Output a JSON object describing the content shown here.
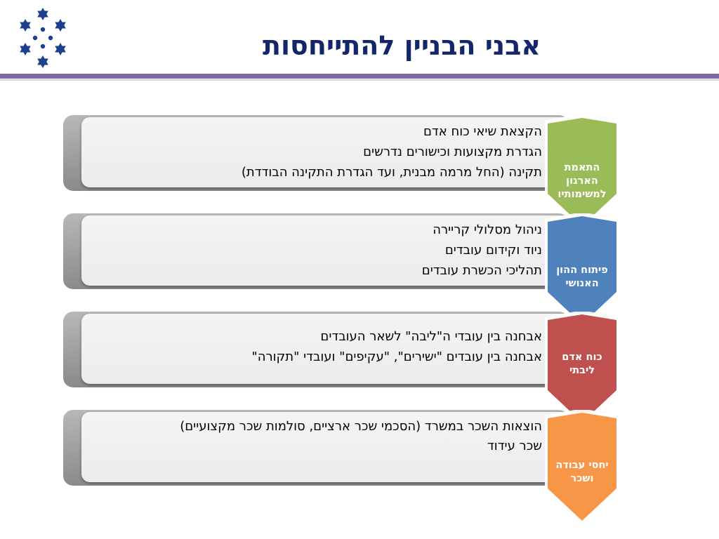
{
  "header": {
    "title": "אבני הבניין להתייחסות"
  },
  "colors": {
    "title": "#14266b",
    "rule": "#7b68a6",
    "green": "#9bbb59",
    "blue": "#4f81bd",
    "red": "#c0504d",
    "orange": "#f79646"
  },
  "rows": [
    {
      "label_lines": [
        "התאמת",
        "הארגון",
        "למשימותיו"
      ],
      "bullets": [
        "הקצאת שיאי כוח אדם",
        "הגדרת מקצועות וכישורים נדרשים",
        "תקינה (החל מרמה מבנית, ועד הגדרת התקינה הבודדת)"
      ]
    },
    {
      "label_lines": [
        "פיתוח ההון",
        "האנושי"
      ],
      "bullets": [
        "ניהול מסלולי קריירה",
        "ניוד וקידום עובדים",
        "תהליכי הכשרת עובדים"
      ]
    },
    {
      "label_lines": [
        "כוח אדם",
        "ליבתי"
      ],
      "bullets": [
        "אבחנה בין עובדי ה\"ליבה\" לשאר העובדים",
        "אבחנה בין עובדים \"ישירים\", \"עקיפים\" ועובדי \"תקורה\""
      ]
    },
    {
      "label_lines": [
        "יחסי עבודה",
        "ושכר"
      ],
      "bullets": [
        "הוצאות השכר במשרד (הסכמי שכר ארציים, סולמות שכר מקצועיים)",
        "שכר עידוד"
      ]
    }
  ]
}
